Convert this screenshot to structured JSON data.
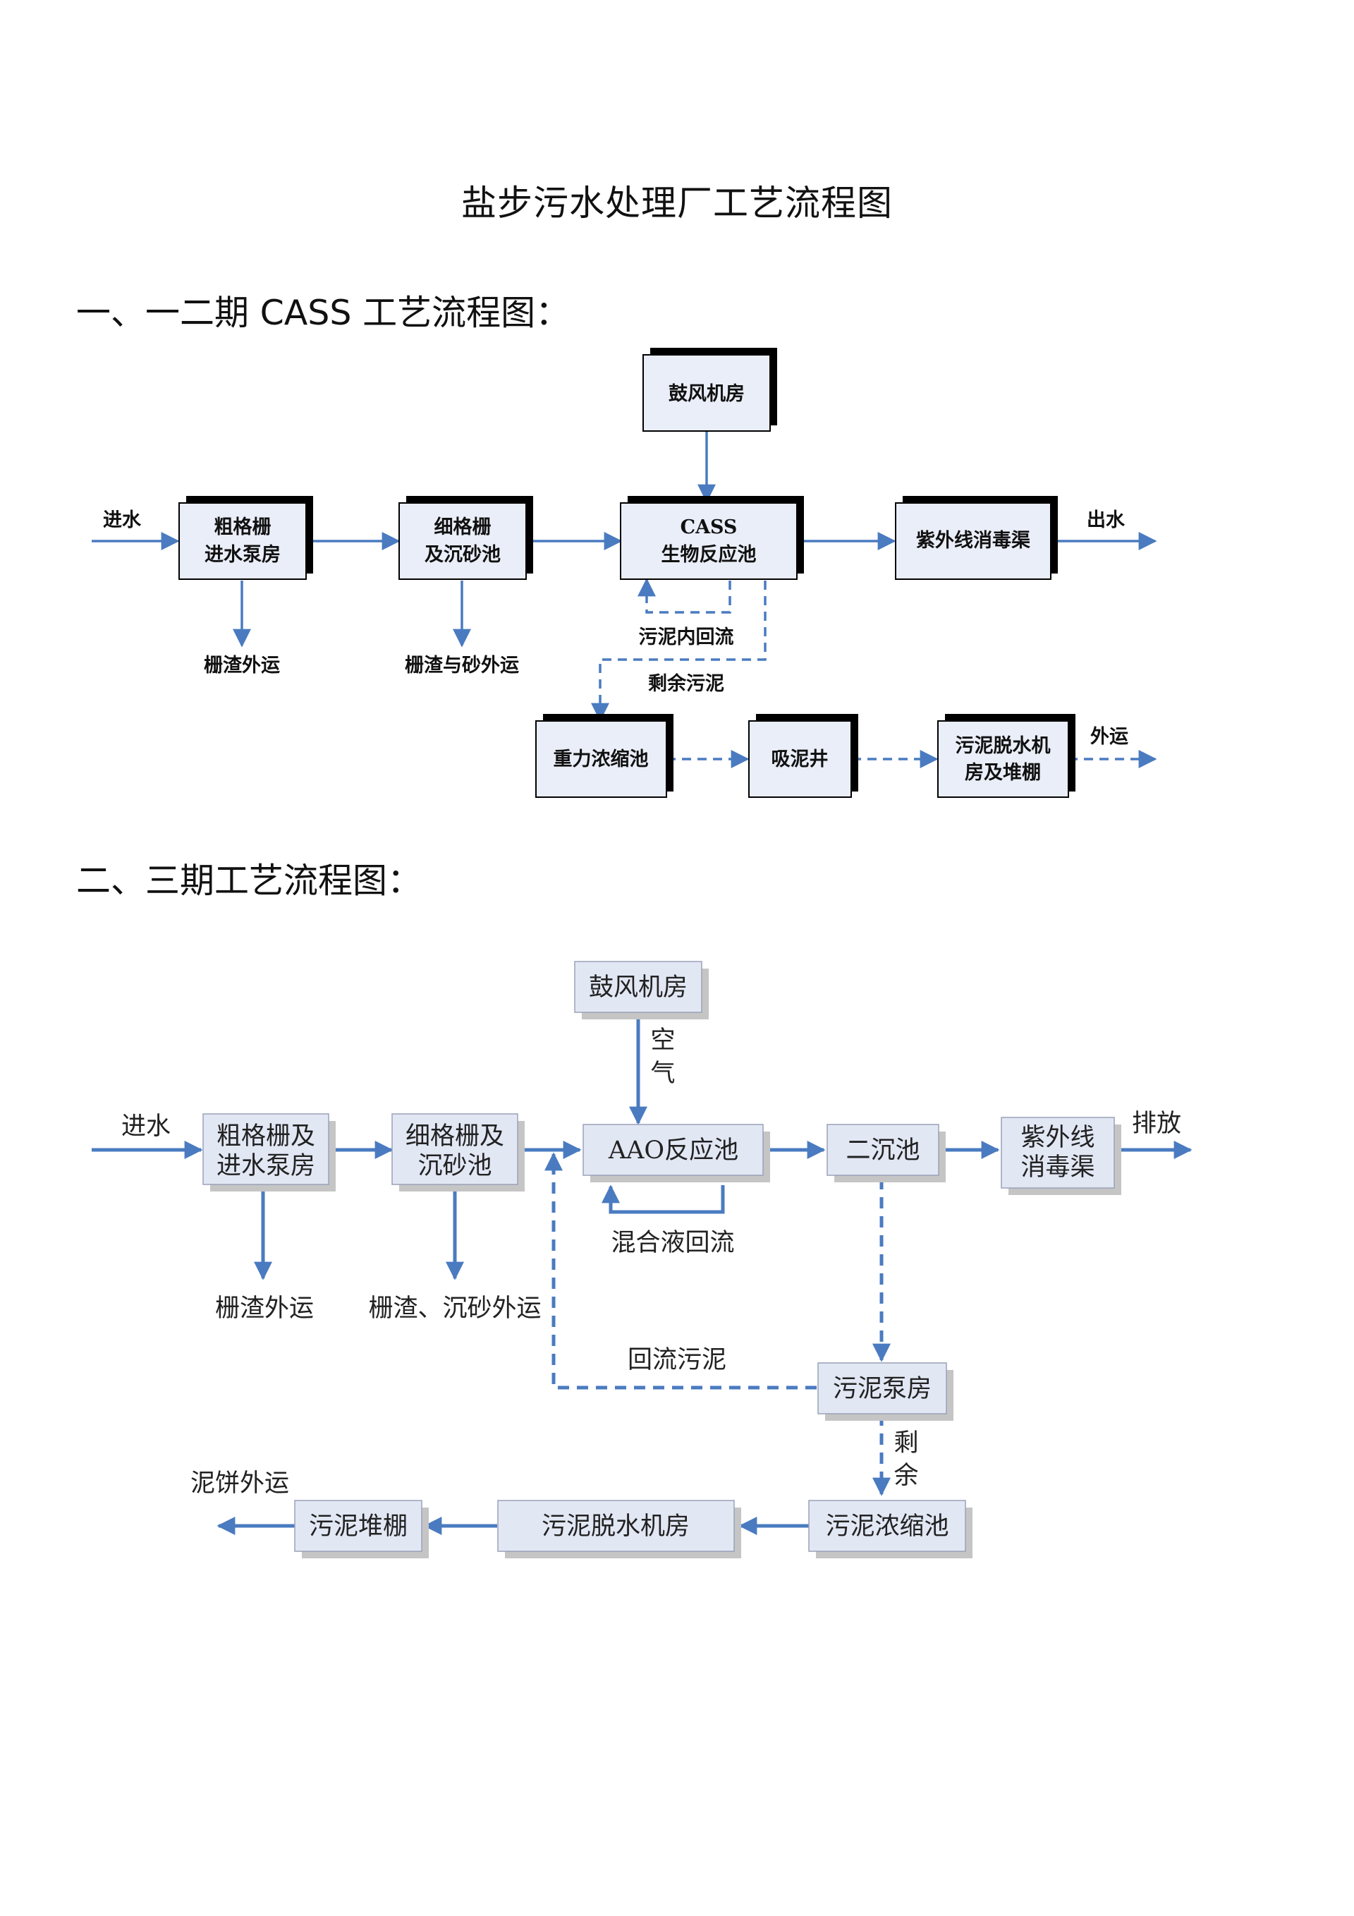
{
  "title": "盐步污水处理厂工艺流程图",
  "section1": {
    "heading": "一、一二期 CASS 工艺流程图：",
    "nodes": {
      "blower": [
        "鼓风机房"
      ],
      "coarse_screen": [
        "粗格栅",
        "进水泵房"
      ],
      "fine_screen": [
        "细格栅",
        "及沉砂池"
      ],
      "cass": [
        "CASS",
        "生物反应池"
      ],
      "uv": [
        "紫外线消毒渠"
      ],
      "thickener": [
        "重力浓缩池"
      ],
      "sludge_well": [
        "吸泥井"
      ],
      "dewater": [
        "污泥脱水机",
        "房及堆棚"
      ]
    },
    "labels": {
      "inflow": "进水",
      "outflow": "出水",
      "screenings_out": "栅渣外运",
      "screenings_grit_out": "栅渣与砂外运",
      "sludge_internal_return": "污泥内回流",
      "excess_sludge": "剩余污泥",
      "haul_out": "外运"
    }
  },
  "section2": {
    "heading": "二、三期工艺流程图：",
    "nodes": {
      "blower": [
        "鼓风机房"
      ],
      "coarse_screen": [
        "粗格栅及",
        "进水泵房"
      ],
      "fine_screen": [
        "细格栅及",
        "沉砂池"
      ],
      "aao": [
        "AAO反应池"
      ],
      "clarifier": [
        "二沉池"
      ],
      "uv": [
        "紫外线",
        "消毒渠"
      ],
      "sludge_pump": [
        "污泥泵房"
      ],
      "thickener": [
        "污泥浓缩池"
      ],
      "dewater": [
        "污泥脱水机房"
      ],
      "shed": [
        "污泥堆棚"
      ]
    },
    "labels": {
      "inflow": "进水",
      "discharge": "排放",
      "air": [
        "空",
        "气"
      ],
      "mixed_liquor_return": "混合液回流",
      "screenings_out": "栅渣外运",
      "screenings_grit_out": "栅渣、沉砂外运",
      "return_sludge": "回流污泥",
      "excess": [
        "剩",
        "余"
      ],
      "cake_out": "泥饼外运"
    }
  },
  "colors": {
    "arrow": "#4a7bc0",
    "box_fill": "#eaeef8",
    "box2_fill": "#e2e7f4",
    "box2_shadow": "#c5c5c5"
  }
}
